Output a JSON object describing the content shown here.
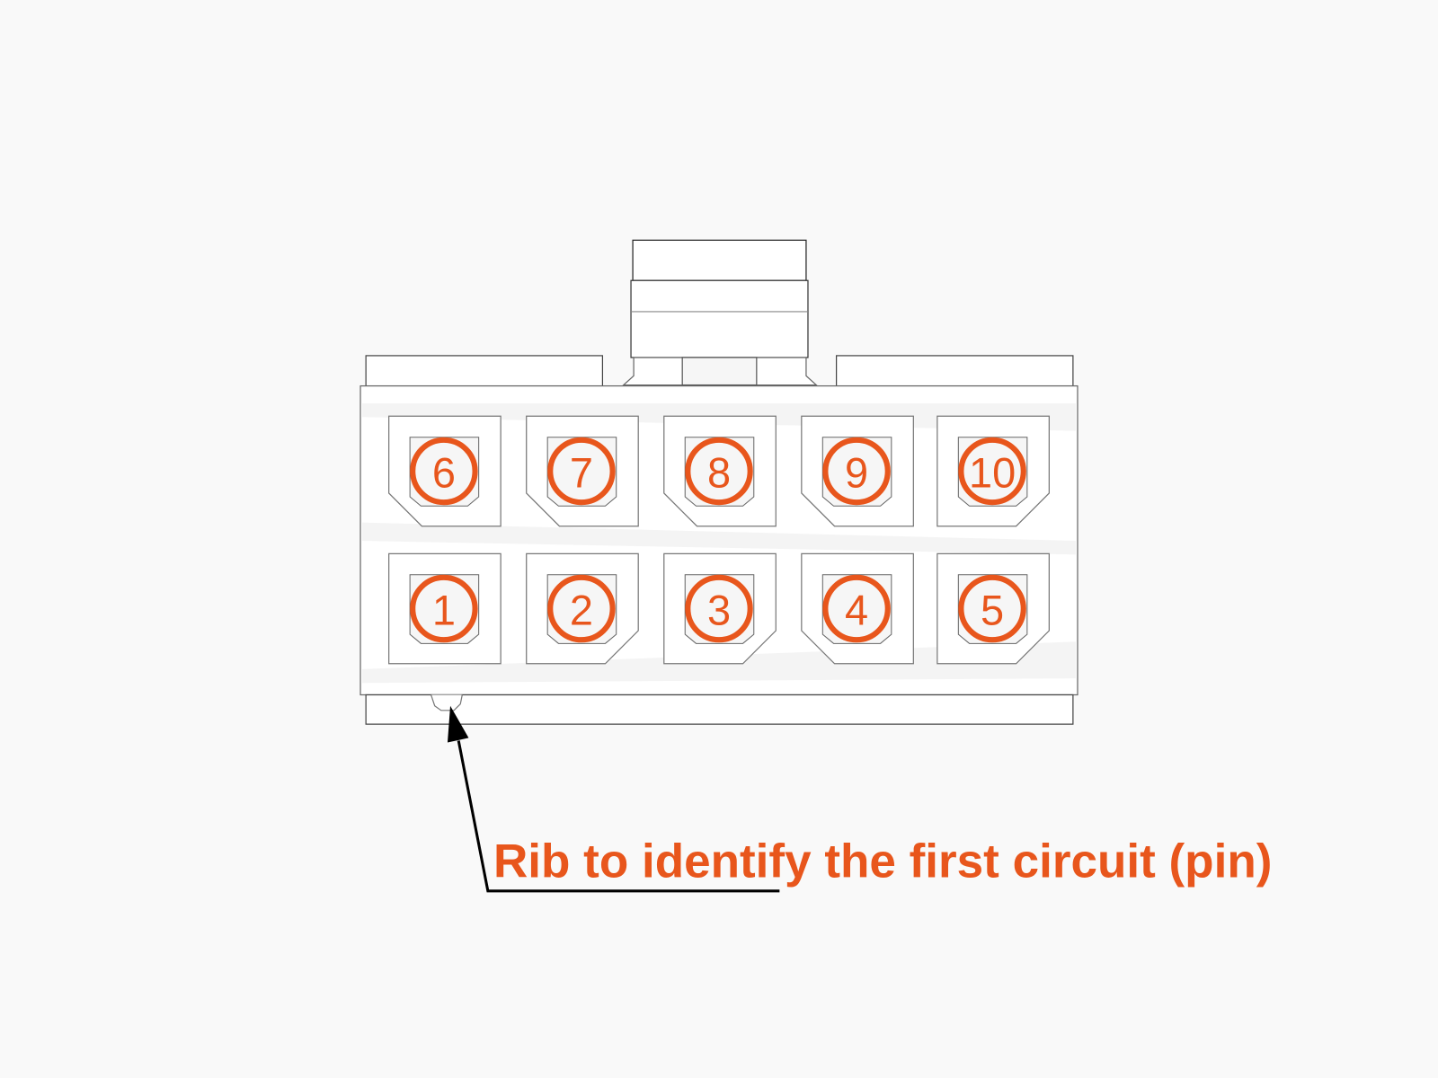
{
  "caption": "Rib to identify the first circuit (pin)",
  "accent_color": "#E8561C",
  "pins": {
    "top_row": [
      {
        "label": "6",
        "chamfer": "bottom-left"
      },
      {
        "label": "7",
        "chamfer": "bottom-left"
      },
      {
        "label": "8",
        "chamfer": "bottom-left"
      },
      {
        "label": "9",
        "chamfer": "bottom-left"
      },
      {
        "label": "10",
        "chamfer": "bottom-right"
      }
    ],
    "bottom_row": [
      {
        "label": "1",
        "chamfer": "none"
      },
      {
        "label": "2",
        "chamfer": "bottom-right"
      },
      {
        "label": "3",
        "chamfer": "bottom-right"
      },
      {
        "label": "4",
        "chamfer": "bottom-left"
      },
      {
        "label": "5",
        "chamfer": "bottom-right"
      }
    ]
  }
}
